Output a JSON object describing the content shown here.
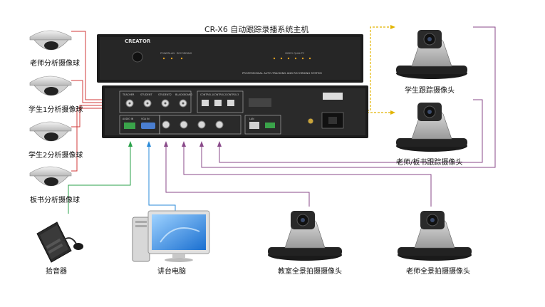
{
  "diagram": {
    "title": "CR-X6 自动跟踪录播系统主机",
    "unit_front": {
      "brand": "CREATOR",
      "led_labels": [
        "POWER",
        "LAN",
        "RECORDING",
        "VIDEO QUALITY"
      ],
      "system_text": "PROFESSIONAL AUTO-TRACKING AND RECORDING SYSTEM"
    },
    "unit_back": {
      "port_labels": [
        "TEACHER",
        "STUDENT",
        "STUDENT2",
        "BLACKBOARD",
        "CONTROL1",
        "CONTROL2",
        "CONTROL3",
        "AUDIO IN",
        "VGA IN",
        "LAN"
      ]
    },
    "left_devices": [
      {
        "label": "老师分析摄像球"
      },
      {
        "label": "学生1分析摄像球"
      },
      {
        "label": "学生2分析摄像球"
      },
      {
        "label": "板书分析摄像球"
      }
    ],
    "right_devices": [
      {
        "label": "学生跟踪摄像头"
      },
      {
        "label": "老师/板书跟踪摄像头"
      }
    ],
    "bottom_devices": [
      {
        "label": "拾音器"
      },
      {
        "label": "讲台电脑"
      },
      {
        "label": "教室全景拍摄摄像头"
      },
      {
        "label": "老师全景拍摄摄像头"
      }
    ],
    "colors": {
      "red_line": "#d03a3a",
      "yellow_line": "#e2b400",
      "purple_line": "#8a4a8a",
      "green_line": "#2aa24a",
      "blue_line": "#2a8ad8",
      "device_dark": "#1c1c1c"
    }
  }
}
